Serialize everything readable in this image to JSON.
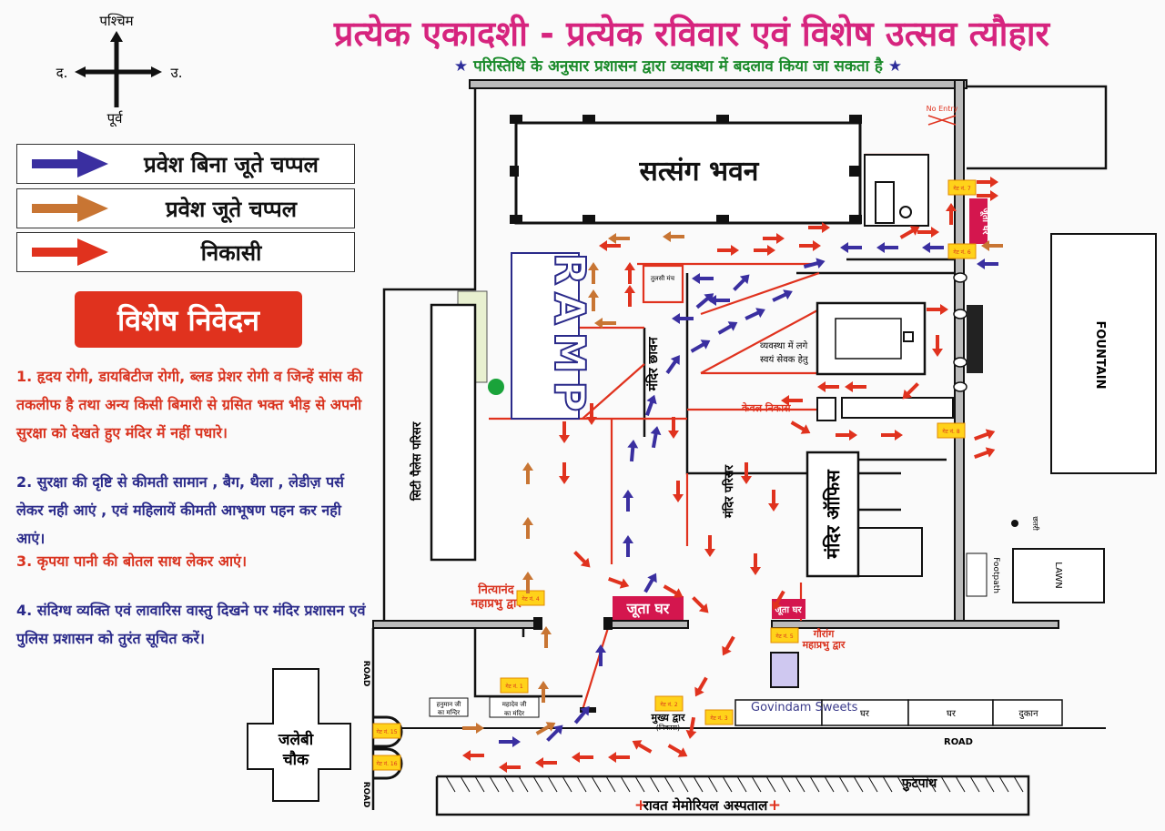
{
  "compass": {
    "west": "पश्चिम",
    "south": "द.",
    "north": "उ.",
    "east": "पूर्व"
  },
  "header": {
    "title": "प्रत्येक एकादशी - प्रत्येक रविवार एवं विशेष उत्सव त्यौहार",
    "subtitle": "परिस्तिथि के अनुसार प्रशासन द्वारा व्यवस्था में बदलाव किया जा सकता है",
    "star": "★"
  },
  "legend": [
    {
      "label": "प्रवेश बिना जूते चप्पल",
      "color": "#3a2fa0"
    },
    {
      "label": "प्रवेश जूते चप्पल",
      "color": "#c87533"
    },
    {
      "label": "निकासी",
      "color": "#e0321e"
    }
  ],
  "notice": {
    "heading": "विशेष निवेदन",
    "items": [
      "1. हृदय रोगी, डायबिटीज रोगी, ब्लड प्रेशर रोगी व जिन्हें सांस की तकलीफ है तथा अन्य किसी बिमारी से ग्रसित भक्त भीड़ से अपनी सुरक्षा को देखते हुए मंदिर में नहीं पधारे।",
      "2. सुरक्षा की दृष्टि से कीमती सामान , बैग, थैला , लेडीज़ पर्स लेकर नही आएं , एवं महिलायें कीमती आभूषण पहन कर नही आएं।",
      "3. कृपया पानी की बोतल साथ लेकर आएं।",
      "4. संदिग्ध व्यक्ति एवं लावारिस वास्तु दिखने पर मंदिर प्रशासन एवं पुलिस प्रशासन को तुरंत सूचित करें।"
    ]
  },
  "map": {
    "satsang": "सत्संग भवन",
    "ramp": "RAMP",
    "mandir_chhavan": "मंदिर छावन",
    "tulsi": "तुलसी मंच",
    "volunteers": [
      "व्यवस्था में लगे",
      "स्वयं सेवक हेतु"
    ],
    "only_exit": "केवल निकास",
    "mandir_parisar": "मंदिर परिसर",
    "mandir_office": "मंदिर ऑफिस",
    "city_palace": "सिटी पैलेस परिसर",
    "fountain": "FOUNTAIN",
    "lawn": "LAWN",
    "footpath_en": "Footpath",
    "no_entry": "No Entry",
    "shoe_house": "जूता घर",
    "nityanand": [
      "नित्यानंद",
      "महाप्रभु द्वार"
    ],
    "gauranga": [
      "गौरांग",
      "महाप्रभु द्वार"
    ],
    "hanuman": [
      "हनुमान जी",
      "का मन्दिर"
    ],
    "mahadev": [
      "महादेव जी",
      "का मंदिर"
    ],
    "main_gate": [
      "मुख्य द्वार",
      "(निकास)"
    ],
    "shops": [
      "Govindam Sweets",
      "घर",
      "घर",
      "दुकान"
    ],
    "road": "ROAD",
    "jalebi": [
      "जलेबी",
      "चौक"
    ],
    "footpath_hi": "फुटपाथ",
    "hospital": "रावत मेमोरियल अस्पताल",
    "plus": "+",
    "chhatri": "छतरी",
    "gates": [
      "गेट नं. 1",
      "गेट नं. 2",
      "गेट नं. 3",
      "गेट नं. 4",
      "गेट नं. 5",
      "गेट नं. 6",
      "गेट नं. 7",
      "गेट नं. 8",
      "गेट नं. 15",
      "गेट नं. 16"
    ]
  }
}
